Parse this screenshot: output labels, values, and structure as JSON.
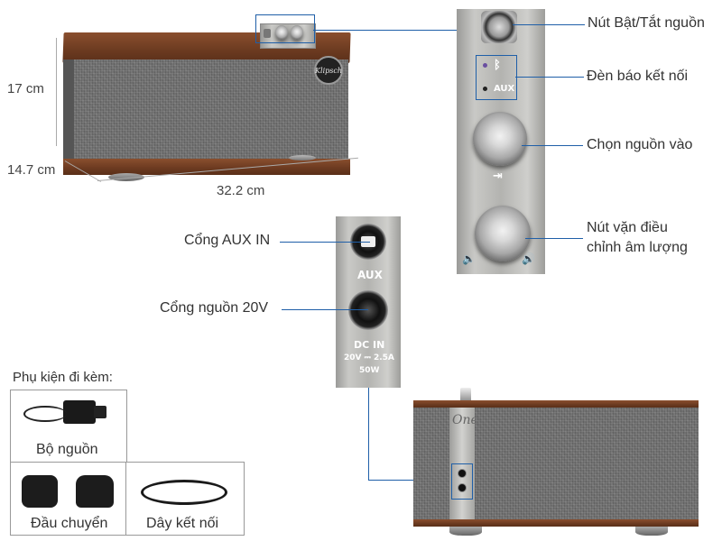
{
  "dimensions": {
    "height": "17 cm",
    "depth": "14.7 cm",
    "width": "32.2 cm"
  },
  "callouts": {
    "power_button": "Nút Bật/Tắt nguồn",
    "connection_light": "Đèn báo kết nối",
    "input_selector": "Chọn nguồn vào",
    "volume_knob_line1": "Nút vặn điều",
    "volume_knob_line2": "chỉnh âm lượng",
    "aux_port": "Cổng AUX IN",
    "power_port": "Cổng nguồn 20V"
  },
  "panel": {
    "aux_label": "AUX",
    "bt_aux_label": "AUX",
    "dc_in": "DC IN",
    "rating": "20V ⎓ 2.5A",
    "watt": "50W"
  },
  "logo_text": "Klipsch",
  "back_logo": "One",
  "accessories": {
    "title": "Phụ kiện đi kèm:",
    "items": [
      "Bộ nguồn",
      "Đầu chuyển",
      "Dây kết nối"
    ]
  },
  "colors": {
    "callout_line": "#1f5fa8",
    "wood": "#6b3a20",
    "fabric": "#6f6f6f"
  }
}
